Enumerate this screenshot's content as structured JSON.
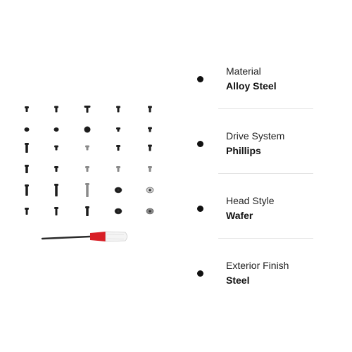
{
  "specs": [
    {
      "label": "Material",
      "value": "Alloy Steel"
    },
    {
      "label": "Drive System",
      "value": "Phillips"
    },
    {
      "label": "Head Style",
      "value": "Wafer"
    },
    {
      "label": "Exterior Finish",
      "value": "Steel"
    }
  ],
  "colors": {
    "screw": "#1c1c1c",
    "screw_metal": "#8a8a8a",
    "screw_silver": "#cfcfcf",
    "screwdriver_handle": "#d81e25",
    "screwdriver_shaft": "#2b2b2b"
  }
}
